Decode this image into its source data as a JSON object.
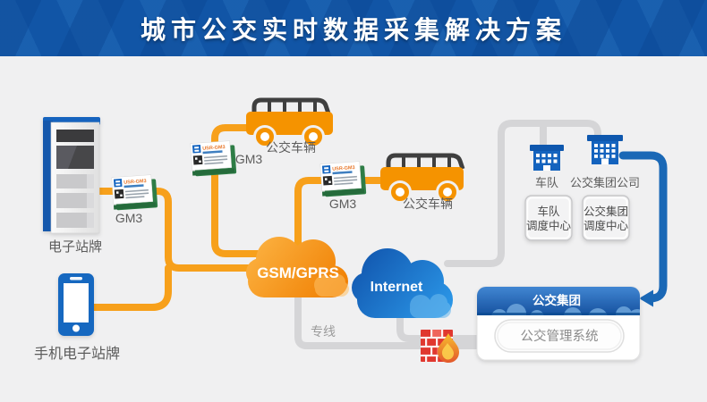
{
  "header": {
    "title": "城市公交实时数据采集解决方案"
  },
  "nodes": {
    "kiosk_label": "电子站牌",
    "phone_label": "手机电子站牌",
    "gm3_label_1": "GM3",
    "gm3_label_2": "GM3",
    "gm3_label_3": "GM3",
    "gm3_sticker": "USR-GM3",
    "bus1_label": "公交车辆",
    "bus2_label": "公交车辆",
    "gsm_cloud_label": "GSM/GPRS",
    "internet_cloud_label": "Internet",
    "leased_line_label": "专线",
    "fleet_label": "车队",
    "bus_group_company_label": "公交集团公司",
    "fleet_dispatch_line1": "车队",
    "fleet_dispatch_line2": "调度中心",
    "group_dispatch_line1": "公交集团",
    "group_dispatch_line2": "调度中心",
    "panel_title": "公交集团",
    "panel_button": "公交管理系统"
  },
  "colors": {
    "header_blue": "#1155A6",
    "line_orange": "#F7A01B",
    "line_gray": "#D5D5D7",
    "arrow_blue": "#1A68B6",
    "device_blue": "#1565C4",
    "bus_orange": "#F59300",
    "gsm_cloud_orange_start": "#FBB03F",
    "gsm_cloud_orange_end": "#F07E00",
    "internet_cloud_blue_start": "#1258B0",
    "internet_cloud_blue_end": "#2D9CEC",
    "firewall_red": "#E0382F",
    "background": "#F0F0F1"
  }
}
